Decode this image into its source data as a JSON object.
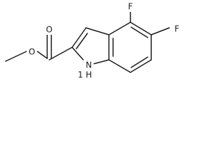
{
  "labels": {
    "fluorine_top": "F",
    "fluorine_right": "F",
    "carbonyl_oxygen": "O",
    "ester_oxygen": "O",
    "nitrogen": "N",
    "nitrogen_hydrogen": "H",
    "nitrogen_hydrogen_number": "1"
  },
  "colors": {
    "ink": "#1a1a1a",
    "background": "#ffffff"
  }
}
